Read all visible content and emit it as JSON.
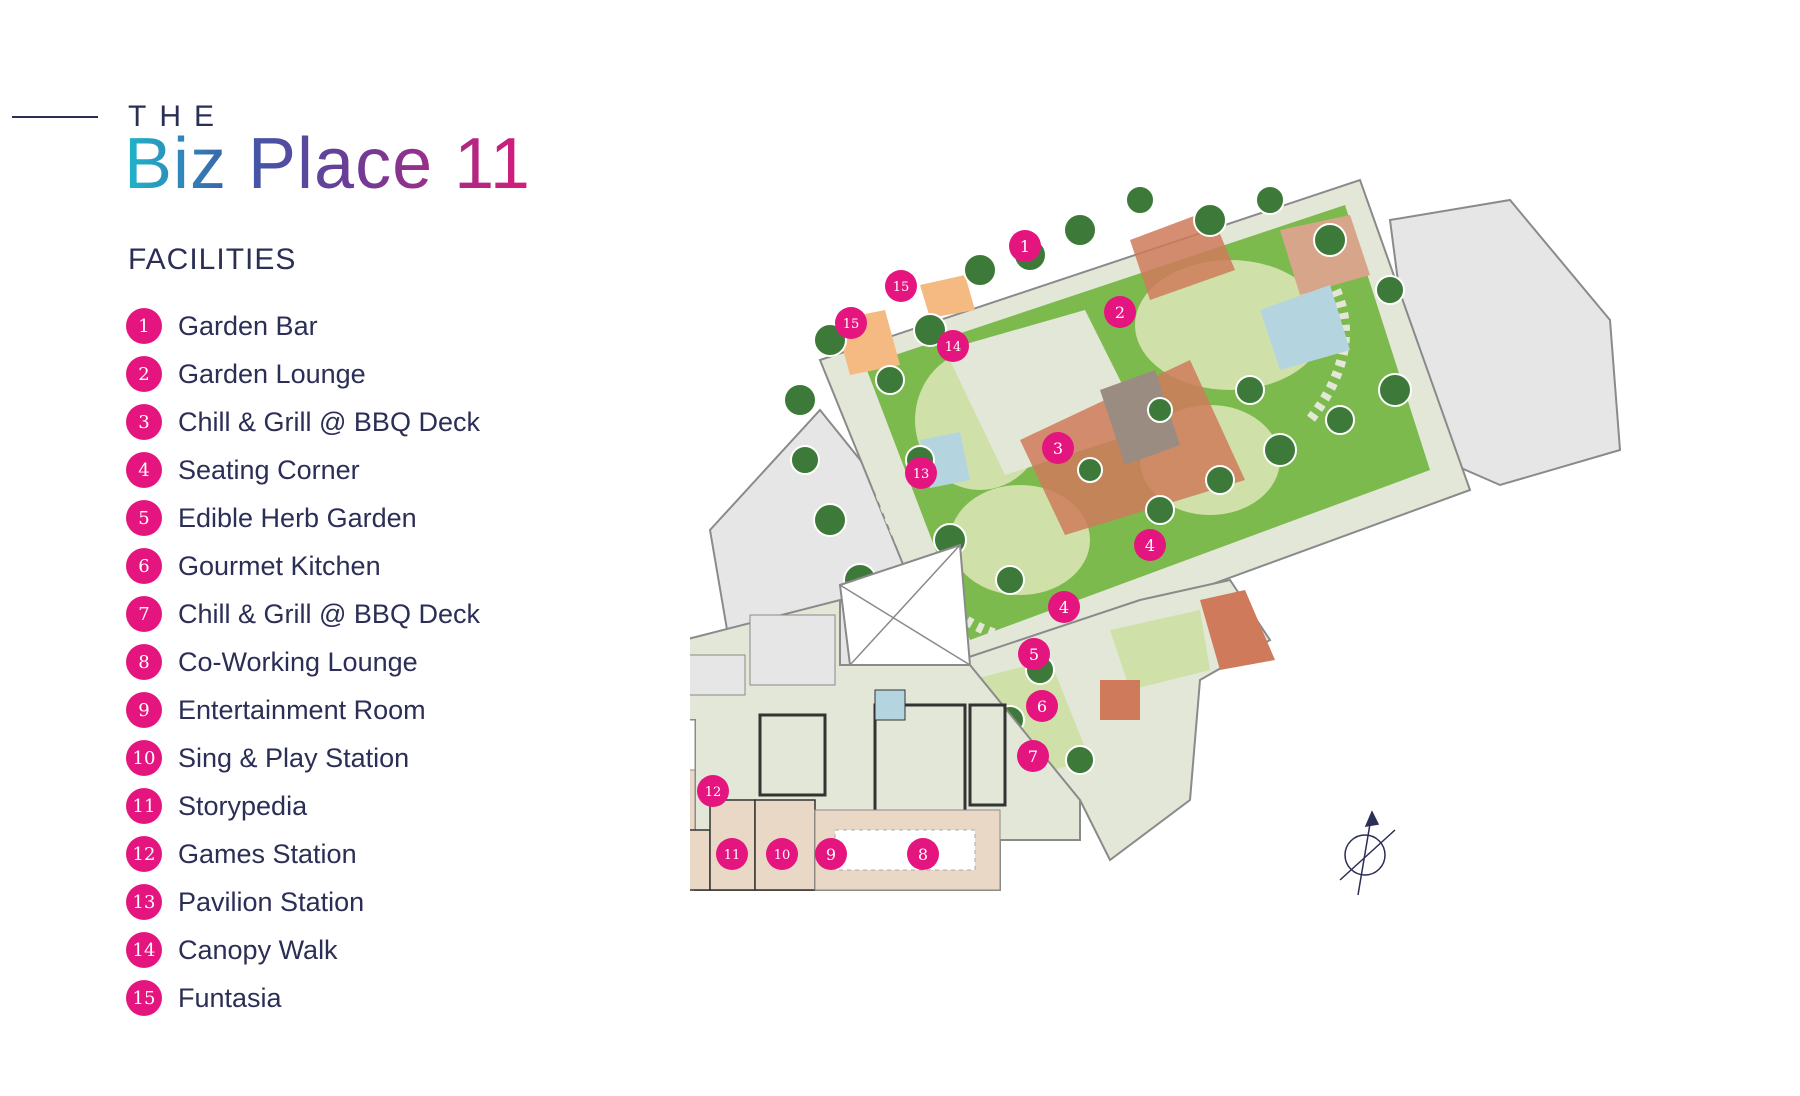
{
  "brand": {
    "prefix": "THE",
    "name": "Biz Place 11"
  },
  "facilities_heading": "FACILITIES",
  "facilities": [
    {
      "number": "1",
      "label": "Garden Bar"
    },
    {
      "number": "2",
      "label": "Garden Lounge"
    },
    {
      "number": "3",
      "label": "Chill & Grill @ BBQ Deck"
    },
    {
      "number": "4",
      "label": "Seating Corner"
    },
    {
      "number": "5",
      "label": "Edible Herb Garden"
    },
    {
      "number": "6",
      "label": "Gourmet Kitchen"
    },
    {
      "number": "7",
      "label": "Chill & Grill @ BBQ Deck"
    },
    {
      "number": "8",
      "label": "Co-Working Lounge"
    },
    {
      "number": "9",
      "label": "Entertainment Room"
    },
    {
      "number": "10",
      "label": "Sing & Play Station"
    },
    {
      "number": "11",
      "label": "Storypedia"
    },
    {
      "number": "12",
      "label": "Games Station"
    },
    {
      "number": "13",
      "label": "Pavilion Station"
    },
    {
      "number": "14",
      "label": "Canopy Walk"
    },
    {
      "number": "15",
      "label": "Funtasia"
    }
  ],
  "plan_markers": [
    "1",
    "2",
    "3",
    "4",
    "4",
    "5",
    "6",
    "7",
    "8",
    "9",
    "10",
    "11",
    "12",
    "13",
    "14",
    "15",
    "15"
  ],
  "colors": {
    "accent": "#e5157f",
    "navy": "#2b2e55",
    "lawn": "#7cba4e",
    "path": "#e3e7d7",
    "deck": "#cf7a5a",
    "interior_warm": "#ead8c6",
    "grey_block": "#e6e6e6"
  },
  "icons": [
    "north-arrow-icon"
  ]
}
